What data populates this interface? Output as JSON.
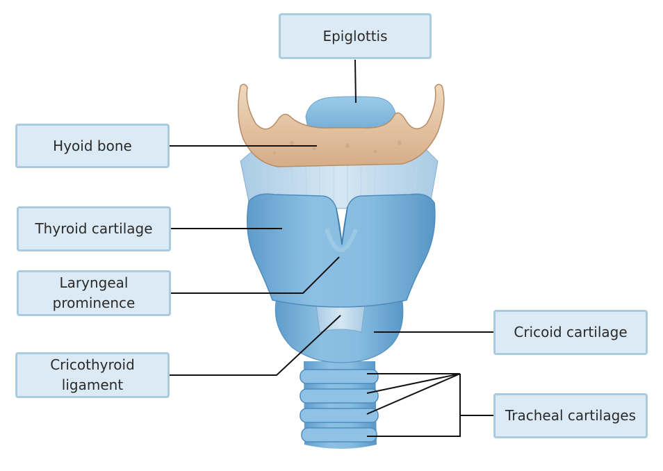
{
  "labels": {
    "epiglottis": "Epiglottis",
    "hyoid_bone": "Hyoid bone",
    "thyroid_cartilage": "Thyroid cartilage",
    "laryngeal_prominence": "Laryngeal\nprominence",
    "cricothyroid_ligament": "Cricothyroid\nligament",
    "cricoid_cartilage": "Cricoid cartilage",
    "tracheal_cartilages": "Tracheal cartilages"
  },
  "colors": {
    "label_fill": "#dbeaf4",
    "label_border": "#a8cbe0",
    "cartilage_blue": "#7fb6dc",
    "bone_tan": "#e2c09e",
    "leader_line": "#111111"
  }
}
